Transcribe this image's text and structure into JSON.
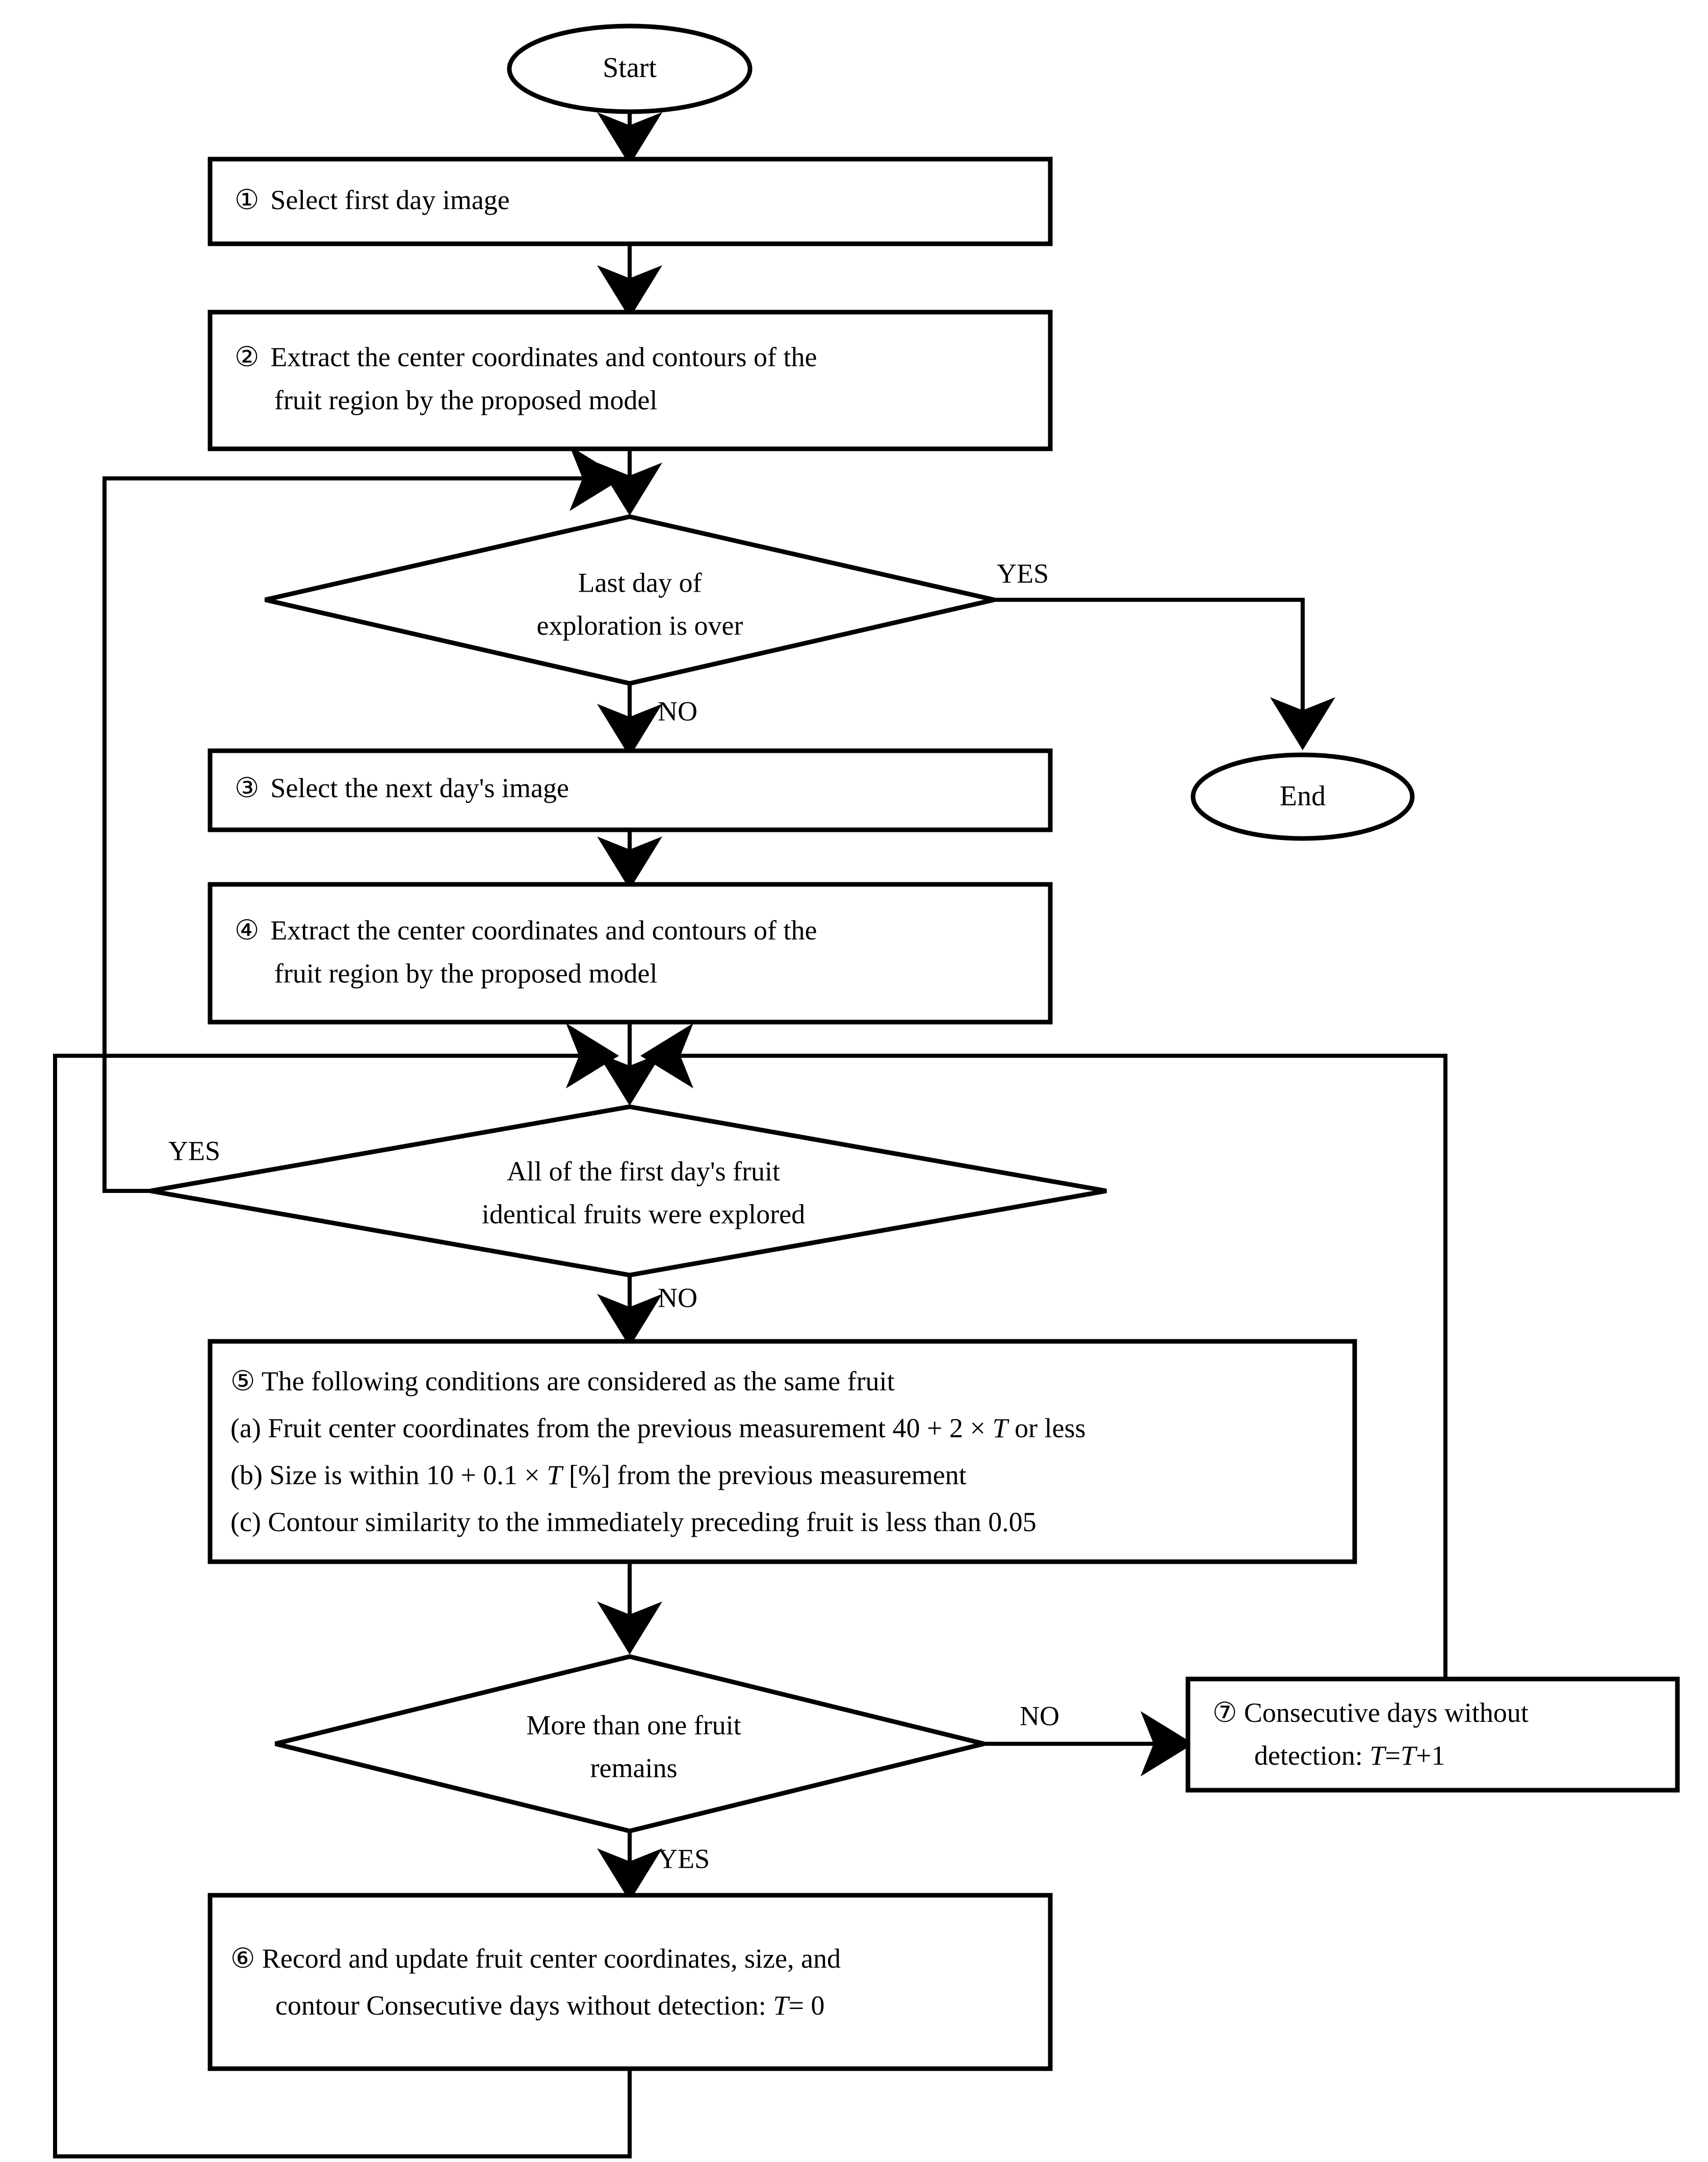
{
  "diagram": {
    "type": "flowchart",
    "title": "Fruit tracking across days flowchart",
    "orientation": "top-to-bottom",
    "colors": {
      "stroke": "#000000",
      "fill": "#ffffff",
      "text": "#000000"
    }
  },
  "nodes": {
    "start": {
      "shape": "terminator",
      "label": "Start"
    },
    "end": {
      "shape": "terminator",
      "label": "End"
    },
    "step1": {
      "shape": "process",
      "marker": "①",
      "lines": [
        "Select first day image"
      ]
    },
    "step2": {
      "shape": "process",
      "marker": "②",
      "lines": [
        "Extract the center coordinates and contours of the",
        "fruit region by the proposed model"
      ]
    },
    "decision1": {
      "shape": "decision",
      "lines": [
        "Last day of",
        "exploration is over"
      ]
    },
    "step3": {
      "shape": "process",
      "marker": "③",
      "lines": [
        "Select the next day's image"
      ]
    },
    "step4": {
      "shape": "process",
      "marker": "④",
      "lines": [
        "Extract the center coordinates and contours of the",
        "fruit region by the proposed model"
      ]
    },
    "decision2": {
      "shape": "decision",
      "lines": [
        "All of the first day's fruit",
        "identical fruits were explored"
      ]
    },
    "step5": {
      "shape": "process",
      "marker": "⑤",
      "lines": [
        "⑤ The following conditions are considered as the same fruit",
        "(a) Fruit center coordinates from the previous measurement 40 + 2 × T or less",
        "(b) Size is within 10 + 0.1 × T [%] from the previous measurement",
        "(c) Contour similarity to the immediately preceding fruit is less than 0.05"
      ],
      "line_parts": [
        [
          {
            "t": "⑤ The following conditions are considered as the same fruit",
            "i": false
          }
        ],
        [
          {
            "t": "(a) Fruit center coordinates from the previous measurement 40 + 2 × ",
            "i": false
          },
          {
            "t": "T",
            "i": true
          },
          {
            "t": " or less",
            "i": false
          }
        ],
        [
          {
            "t": "(b) Size is within 10 + 0.1 × ",
            "i": false
          },
          {
            "t": "T",
            "i": true
          },
          {
            "t": " [%] from the previous measurement",
            "i": false
          }
        ],
        [
          {
            "t": "(c) Contour similarity to the immediately preceding fruit is less than 0.05",
            "i": false
          }
        ]
      ]
    },
    "decision3": {
      "shape": "decision",
      "lines": [
        "More than one fruit",
        "remains"
      ]
    },
    "step6": {
      "shape": "process",
      "marker": "⑥",
      "line_parts": [
        [
          {
            "t": "⑥ Record and update fruit center coordinates, size,  and",
            "i": false
          }
        ],
        [
          {
            "t": "contour Consecutive days without detection: ",
            "i": false
          },
          {
            "t": "T",
            "i": true
          },
          {
            "t": "= 0",
            "i": false
          }
        ]
      ]
    },
    "step7": {
      "shape": "process",
      "marker": "⑦",
      "line_parts": [
        [
          {
            "t": "⑦ Consecutive days without",
            "i": false
          }
        ],
        [
          {
            "t": "detection: ",
            "i": false
          },
          {
            "t": "T",
            "i": true
          },
          {
            "t": "=",
            "i": false
          },
          {
            "t": "T",
            "i": true
          },
          {
            "t": "+1",
            "i": false
          }
        ]
      ]
    }
  },
  "edge_labels": {
    "d1_yes": "YES",
    "d1_no": "NO",
    "d2_yes": "YES",
    "d2_no": "NO",
    "d3_yes": "YES",
    "d3_no": "NO"
  },
  "edges": [
    {
      "from": "start",
      "to": "step1",
      "label": ""
    },
    {
      "from": "step1",
      "to": "step2",
      "label": ""
    },
    {
      "from": "step2",
      "to": "decision1",
      "label": ""
    },
    {
      "from": "decision1",
      "to": "end",
      "label": "YES"
    },
    {
      "from": "decision1",
      "to": "step3",
      "label": "NO"
    },
    {
      "from": "step3",
      "to": "step4",
      "label": ""
    },
    {
      "from": "step4",
      "to": "decision2",
      "label": ""
    },
    {
      "from": "decision2",
      "to": "decision1",
      "label": "YES"
    },
    {
      "from": "decision2",
      "to": "step5",
      "label": "NO"
    },
    {
      "from": "step5",
      "to": "decision3",
      "label": ""
    },
    {
      "from": "decision3",
      "to": "step7",
      "label": "NO"
    },
    {
      "from": "decision3",
      "to": "step6",
      "label": "YES"
    },
    {
      "from": "step7",
      "to": "decision2",
      "label": ""
    },
    {
      "from": "step6",
      "to": "decision2",
      "label": ""
    }
  ]
}
